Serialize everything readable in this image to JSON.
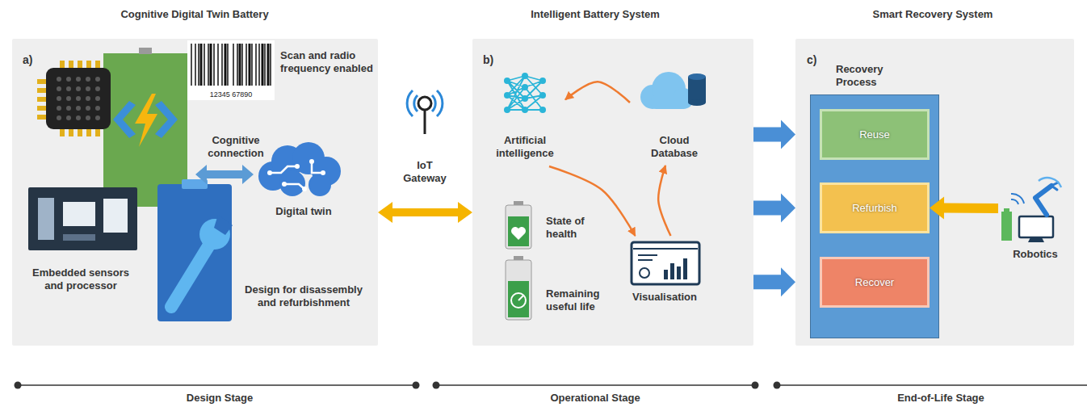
{
  "diagram": {
    "nodes": [
      {
        "text": [
          "Cognitive Digital Twin Battery",
          "a)"
        ]
      },
      {
        "text": [
          "Intelligent Battery System",
          "b)"
        ]
      },
      {
        "text": [
          "Artificial intelligence"
        ],
        "in": 1
      },
      {
        "text": [
          "Cloud Database"
        ],
        "in": 1
      },
      {
        "text": [
          "Visualisation"
        ],
        "in": 1
      },
      {
        "text": [
          "Smart Recovery System",
          "c)"
        ]
      },
      {
        "text": [
          "Recovery Process"
        ],
        "in": 5
      },
      {
        "text": [
          "Reuse"
        ],
        "in": 6
      },
      {
        "text": [
          "Refurbish"
        ],
        "in": 6
      },
      {
        "text": [
          "Recover"
        ],
        "in": 6
      },
      {
        "text": [
          "Robotics"
        ],
        "in": 5
      }
    ],
    "edges": [
      {
        "from": 0,
        "to": 1,
        "arrow": "both"
      },
      {
        "from": 1,
        "to": 5,
        "arrow": "to"
      },
      {
        "from": 1,
        "to": 5,
        "arrow": "to"
      },
      {
        "from": 1,
        "to": 5,
        "arrow": "to"
      },
      {
        "from": 3,
        "to": 2,
        "arrow": "to"
      },
      {
        "from": 2,
        "to": 4,
        "arrow": "to"
      },
      {
        "from": 4,
        "to": 3,
        "arrow": "to"
      },
      {
        "from": 10,
        "to": 8,
        "arrow": "to"
      }
    ],
    "labels": [
      "Scan and radio frequency enabled",
      "12345 67890",
      "Cognitive connection",
      "Digital twin",
      "Embedded sensors and processor",
      "Design for disassembly and refurbishment",
      "IoT Gateway",
      "State of health",
      "Remaining useful life",
      "Design Stage",
      "Operational Stage",
      "End-of-Life Stage"
    ]
  }
}
